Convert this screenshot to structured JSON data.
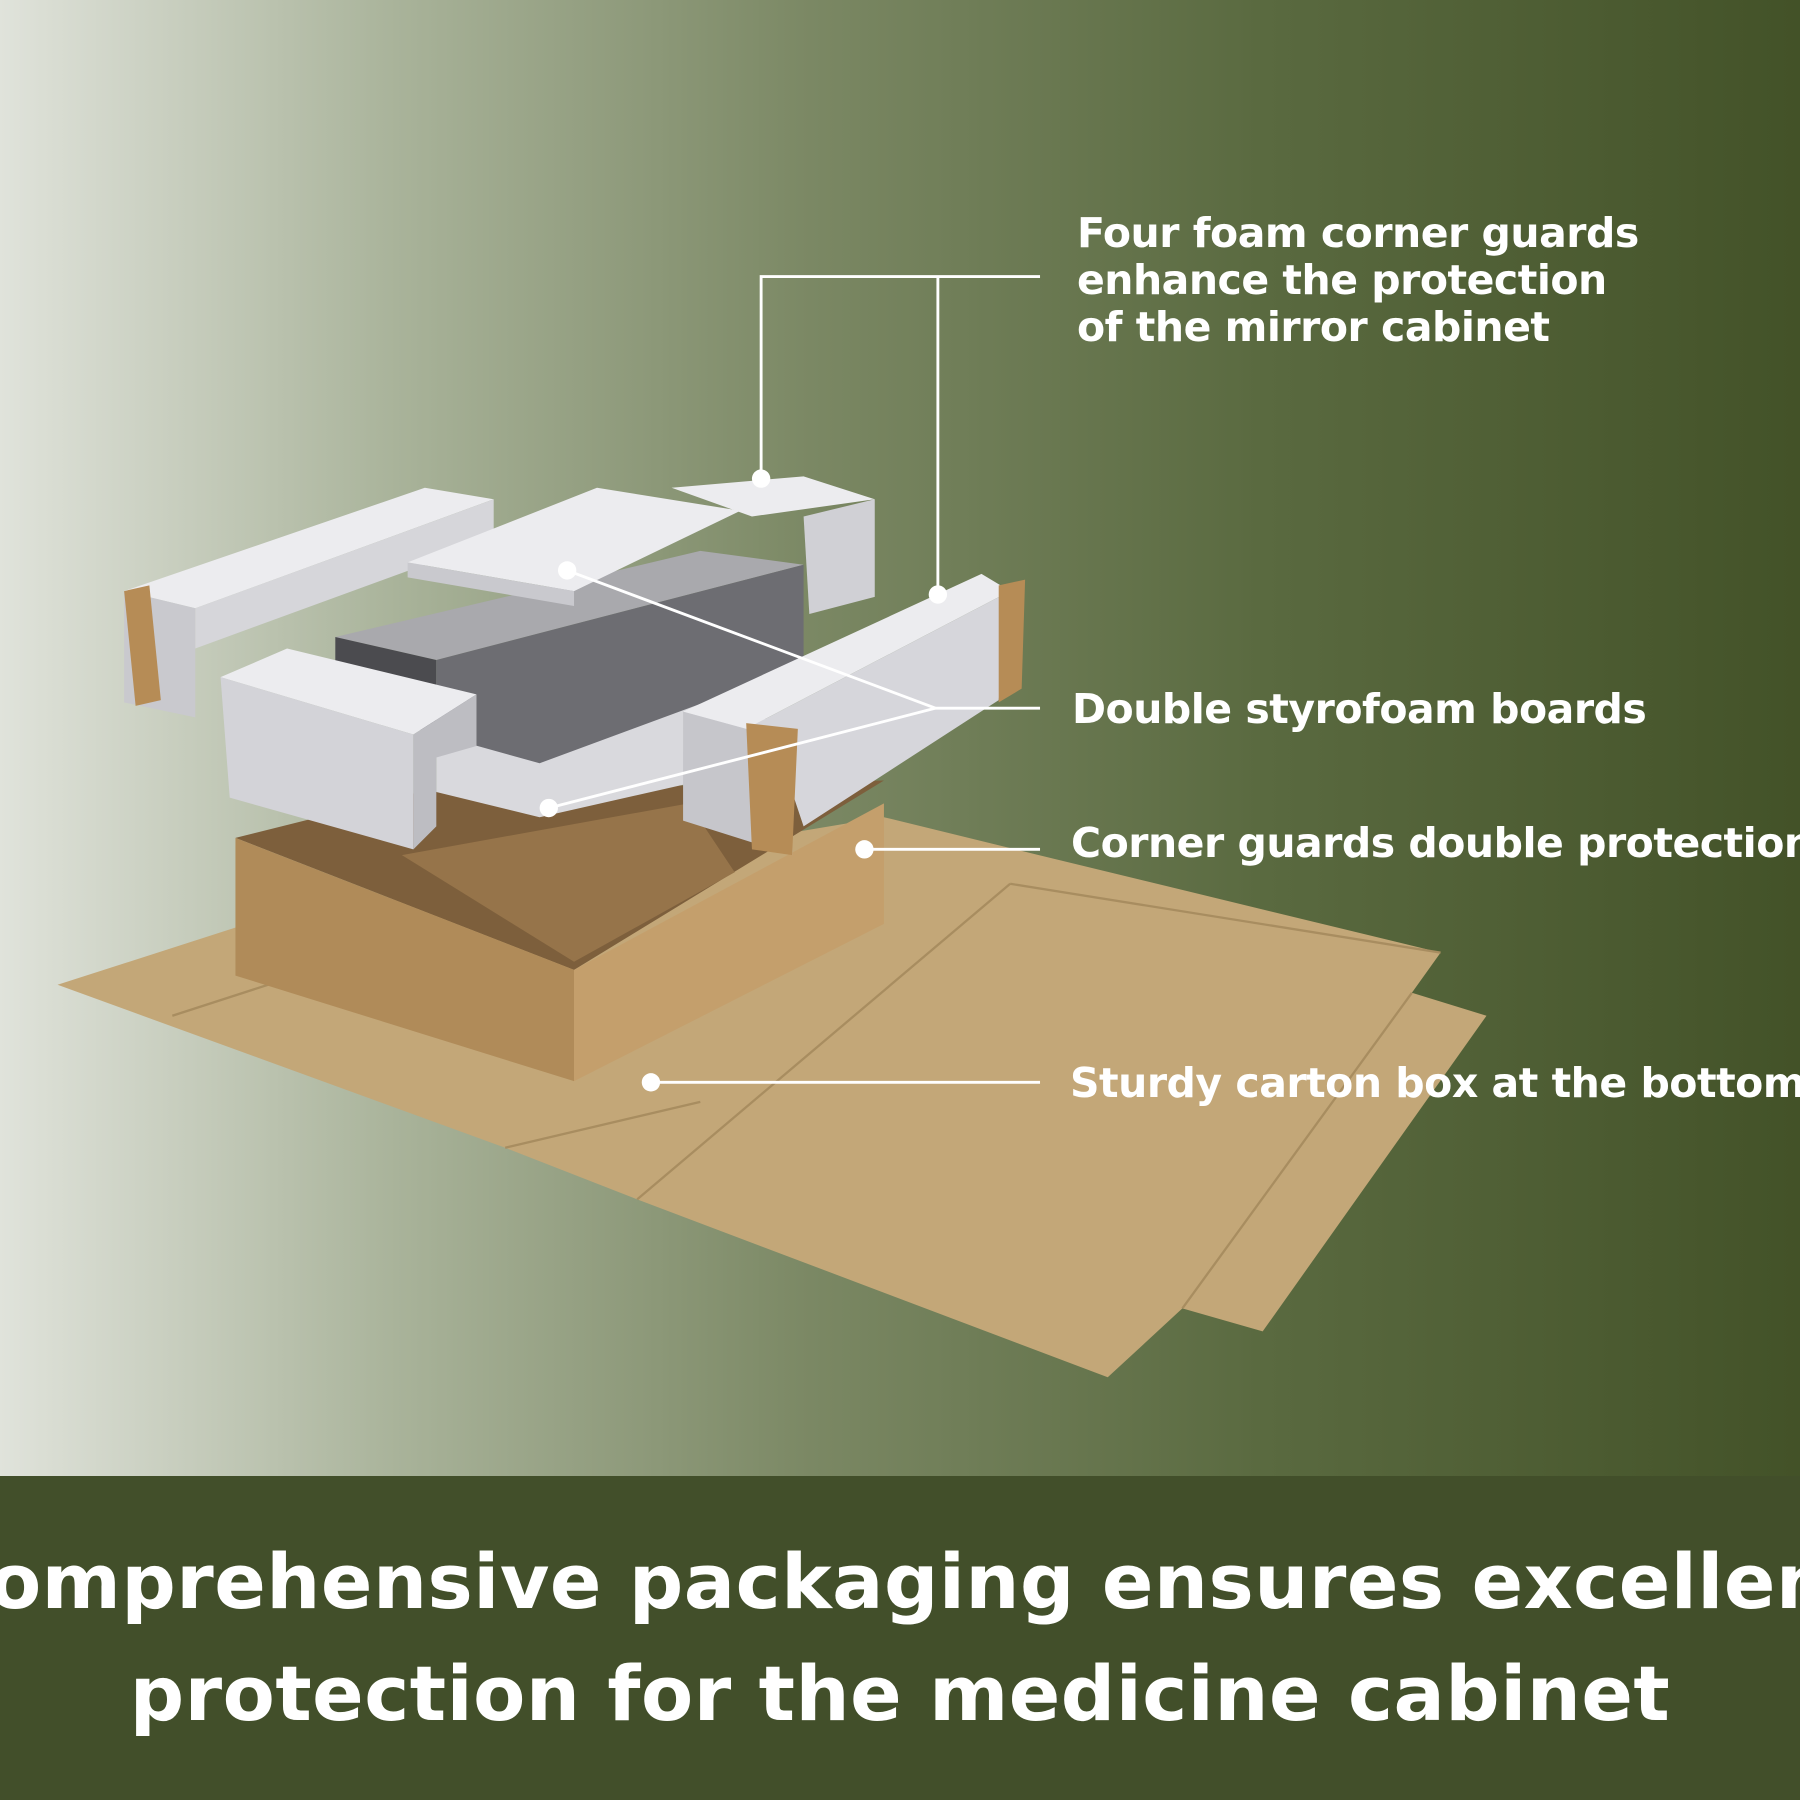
{
  "callouts": {
    "corner_guards_four": [
      "Four foam corner guards",
      "enhance the protection",
      "of the mirror cabinet"
    ],
    "styrofoam": "Double styrofoam boards",
    "corner_double": "Corner guards double protection",
    "carton": "Sturdy carton box at the bottom"
  },
  "banner": {
    "line1": "Comprehensive packaging ensures excellent",
    "line2": "protection for the medicine cabinet"
  },
  "colors": {
    "banner": "#424f2a",
    "cardboard": "#c3a778",
    "foam": "#dcdce0"
  }
}
